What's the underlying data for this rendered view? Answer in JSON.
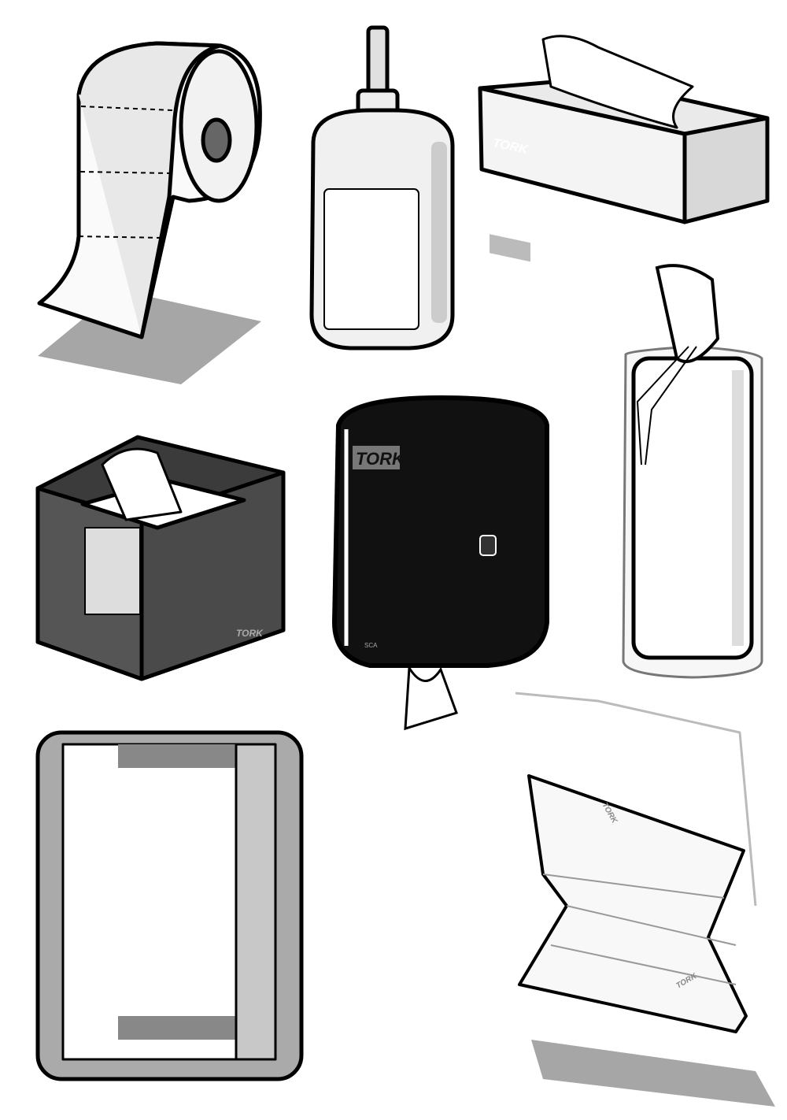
{
  "logos": {
    "tissue_box": "TORK",
    "dispenser": "TORK",
    "dispenser_small": "SCA",
    "napkin_holder": "TORK",
    "folded_towel_1": "TORK",
    "folded_towel_2": "TORK"
  },
  "colors": {
    "outline": "#000000",
    "shadow": "#a6a6a6",
    "light_gray": "#e6e6e6",
    "mid_gray": "#bdbdbd",
    "dark": "#111111"
  }
}
